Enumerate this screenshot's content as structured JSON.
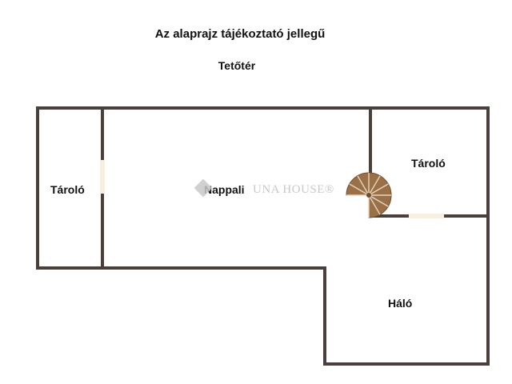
{
  "header": {
    "title": "Az alaprajz tájékoztató jellegű",
    "subtitle": "Tetőtér"
  },
  "rooms": {
    "left_storage": "Tároló",
    "living": "Nappali",
    "right_storage": "Tároló",
    "bedroom": "Háló"
  },
  "watermark": {
    "text": "UNA HOUSE®"
  },
  "colors": {
    "wall": "#4a3f3a",
    "door_opening": "#f7f0e0",
    "stair": "#9a7048",
    "stair_dark": "#6e4c2c"
  }
}
